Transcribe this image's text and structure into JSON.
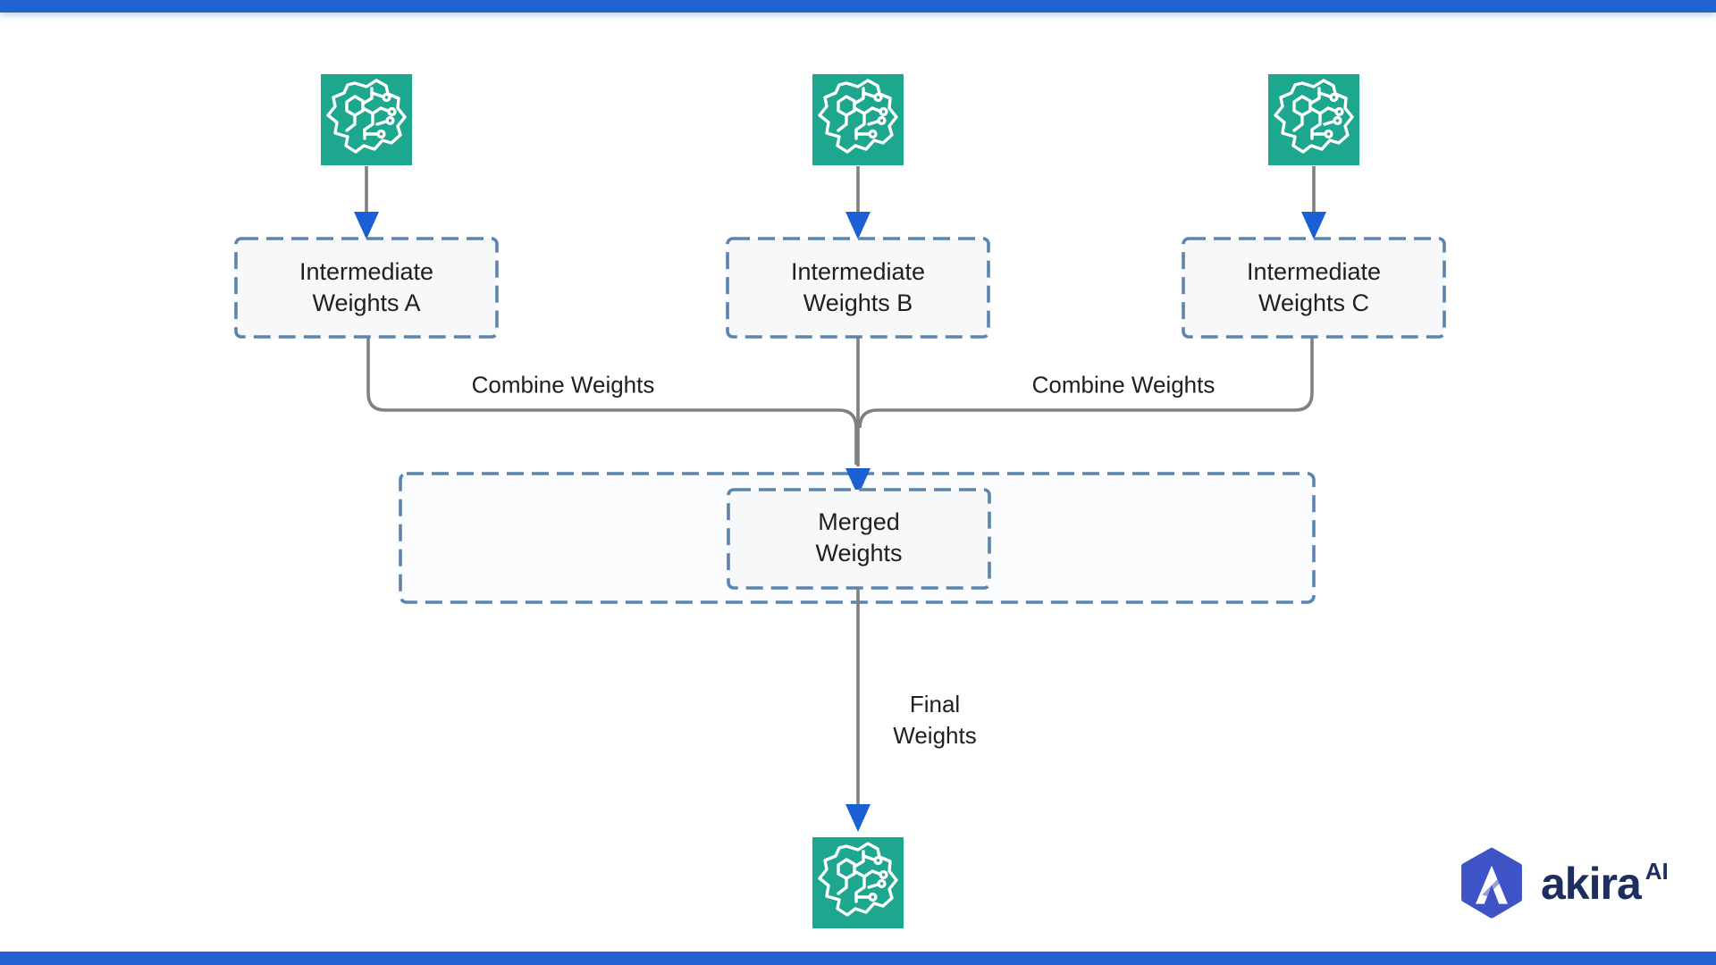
{
  "page": {
    "background": "#ffffff",
    "top_bar_color": "#2161d2",
    "bottom_bar_color": "#2161d2"
  },
  "palette": {
    "dashed_border": "#5b84ae",
    "box_fill": "#f7f8f9",
    "outer_box_fill": "#fbfcfd",
    "connector_gray": "#7e8082",
    "arrow_blue": "#1a60d4",
    "icon_green": "#1da78e",
    "icon_stroke": "#ffffff",
    "text_color": "#1f1f1f",
    "logo_navy": "#1d2d5e",
    "logo_hexagon_blue": "#3d53c6"
  },
  "icons": {
    "model_icon": "brain-circuit",
    "logo_icon": "akira-hexagon-a"
  },
  "diagram": {
    "boxes": {
      "intermediate_a": {
        "line1": "Intermediate",
        "line2": "Weights A"
      },
      "intermediate_b": {
        "line1": "Intermediate",
        "line2": "Weights B"
      },
      "intermediate_c": {
        "line1": "Intermediate",
        "line2": "Weights C"
      },
      "merged": {
        "line1": "Merged",
        "line2": "Weights"
      }
    },
    "edge_labels": {
      "combine_left": "Combine Weights",
      "combine_right": "Combine Weights",
      "final_line1": "Final",
      "final_line2": "Weights"
    }
  },
  "branding": {
    "wordmark": "akira",
    "superscript": "AI"
  }
}
